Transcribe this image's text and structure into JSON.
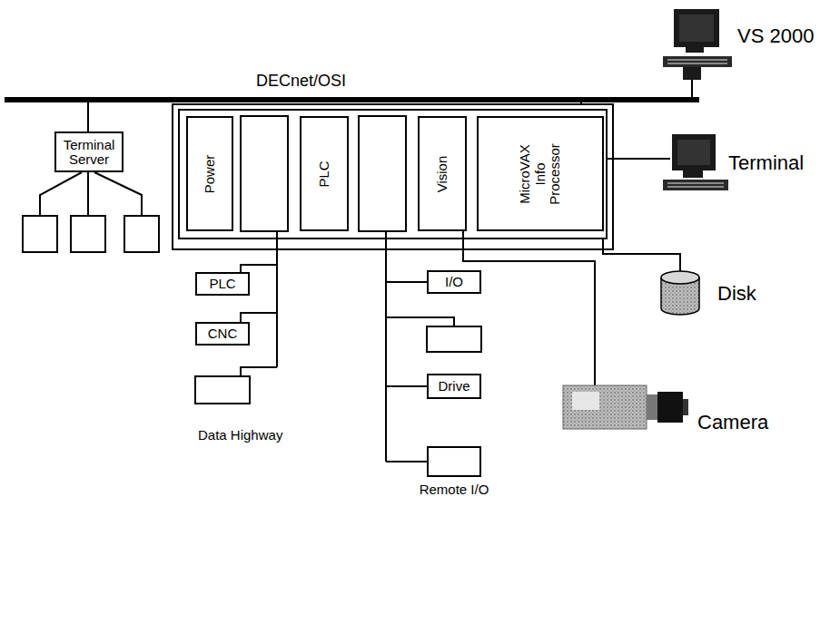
{
  "diagram": {
    "nodes": [
      {
        "text": [
          "Terminal Server"
        ]
      },
      {
        "text": [
          "Power"
        ]
      },
      {
        "text": [
          "PLC"
        ]
      },
      {
        "text": [
          "Vision"
        ]
      },
      {
        "text": [
          "MicroVAX Info Processor"
        ]
      },
      {
        "text": [
          "PLC"
        ]
      },
      {
        "text": [
          "CNC"
        ]
      },
      {
        "text": [
          "I/O"
        ]
      },
      {
        "text": [
          "Drive"
        ]
      },
      {
        "text": [
          "Remote I/O"
        ]
      }
    ],
    "labels": [
      "DECnet/OSI",
      "VS 2000",
      "Terminal",
      "Disk",
      "Camera",
      "Data Highway"
    ]
  }
}
